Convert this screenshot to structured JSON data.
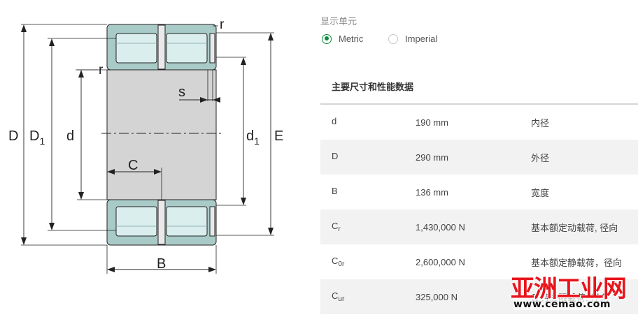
{
  "drawing": {
    "labels": {
      "D": "D",
      "D1_main": "D",
      "D1_sub": "1",
      "d": "d",
      "d1_main": "d",
      "d1_sub": "1",
      "E": "E",
      "B": "B",
      "C": "C",
      "s": "s",
      "r_top": "r",
      "r_inner": "r"
    },
    "colors": {
      "housing": "#d4d4d4",
      "ring": "#a9cbc8",
      "roller": "#dbeeee",
      "line": "#222222"
    }
  },
  "units": {
    "label": "显示单元",
    "options": [
      {
        "label": "Metric",
        "checked": true
      },
      {
        "label": "Imperial",
        "checked": false
      }
    ]
  },
  "section_title": "主要尺寸和性能数据",
  "rows": [
    {
      "symbol": "d",
      "sub": "",
      "value": "190 mm",
      "desc": "内径"
    },
    {
      "symbol": "D",
      "sub": "",
      "value": "290 mm",
      "desc": "外径"
    },
    {
      "symbol": "B",
      "sub": "",
      "value": "136 mm",
      "desc": "宽度"
    },
    {
      "symbol": "C",
      "sub": "r",
      "value": "1,430,000 N",
      "desc": "基本额定动载荷, 径向"
    },
    {
      "symbol": "C",
      "sub": "0r",
      "value": "2,600,000 N",
      "desc": "基本额定静载荷，径向"
    },
    {
      "symbol": "C",
      "sub": "ur",
      "value": "325,000 N",
      "desc": "疲劳极限载荷, 径向"
    }
  ],
  "watermark": {
    "top": "亚洲工业网",
    "bottom": "www.cemao.com"
  },
  "accent_color": "#0d8a3c"
}
